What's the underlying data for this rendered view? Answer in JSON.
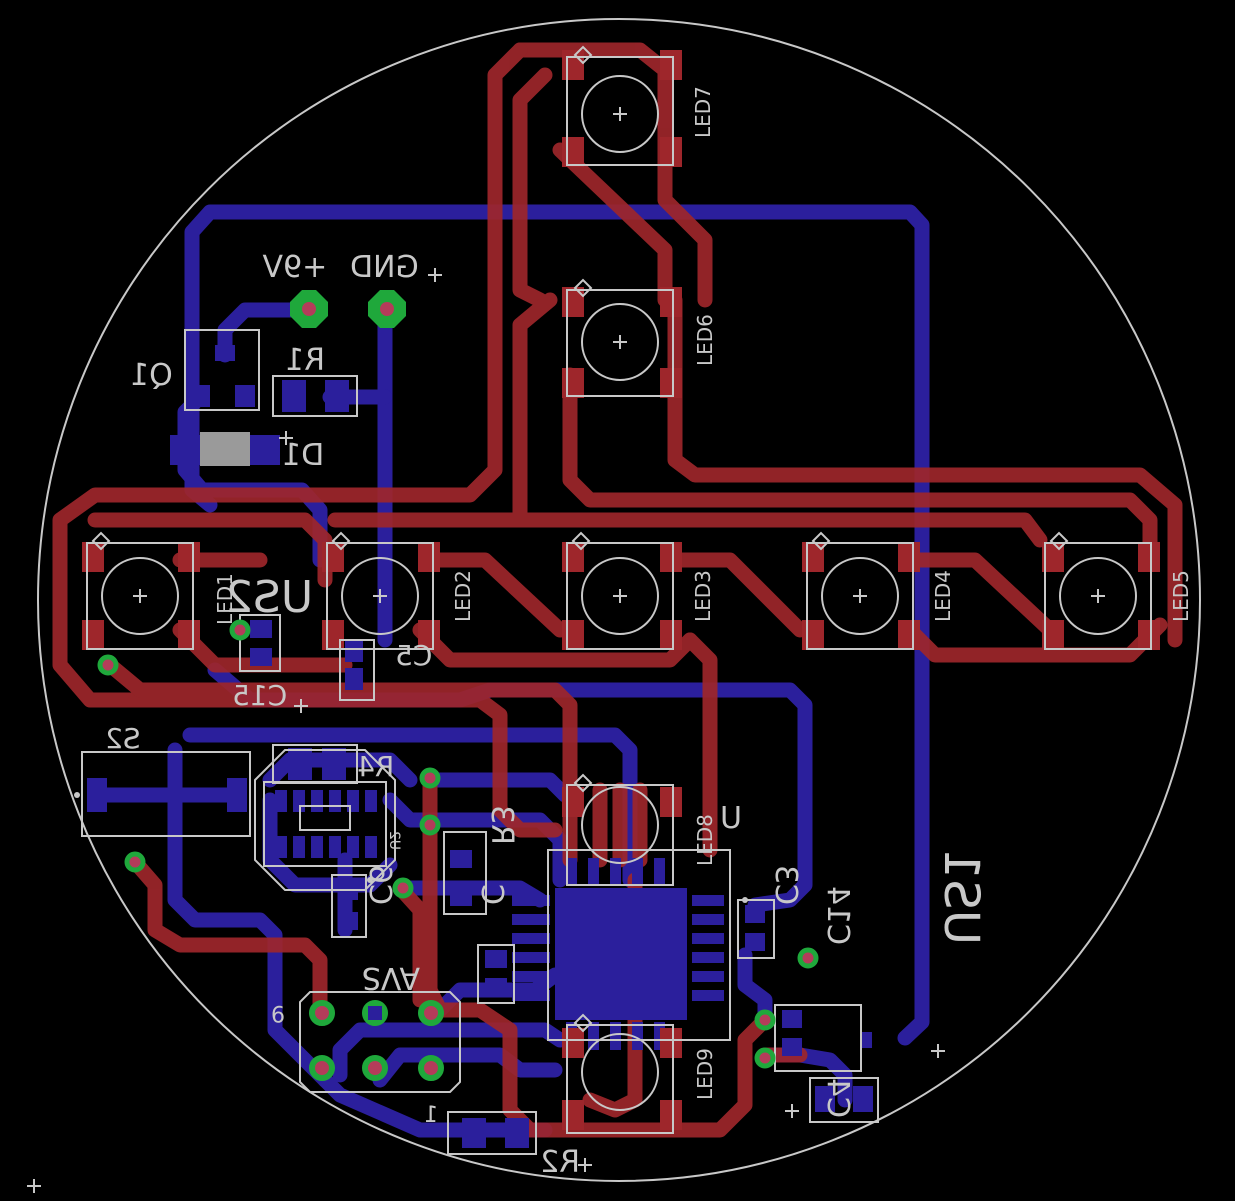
{
  "colors": {
    "background": "#000000",
    "top_copper": "#9e262b",
    "bottom_copper": "#2b1f9c",
    "silkscreen": "#c8c8c8",
    "via_ring": "#1fa83b",
    "via_hole": "#b43c5a"
  },
  "labels": {
    "led1": "LED1",
    "led2": "LED2",
    "led3": "LED3",
    "led4": "LED4",
    "led5": "LED5",
    "led6": "LED6",
    "led7": "LED7",
    "led8": "LED8",
    "led9": "LED9",
    "plus9v": "+9V",
    "gnd": "GND",
    "q1": "Q1",
    "r1": "R1",
    "d1": "D1",
    "us2": "US2",
    "c5": "C5",
    "c15": "C15",
    "s2": "S2",
    "r4": "R4",
    "u2": "U2",
    "r3": "R3",
    "c6": "C6",
    "c": "C",
    "u": "U",
    "c3": "C3",
    "c14": "C14",
    "c4": "C4",
    "us1": "US1",
    "avs": "AVS",
    "pin9": "9",
    "pin1": "1",
    "r2": "R2"
  }
}
